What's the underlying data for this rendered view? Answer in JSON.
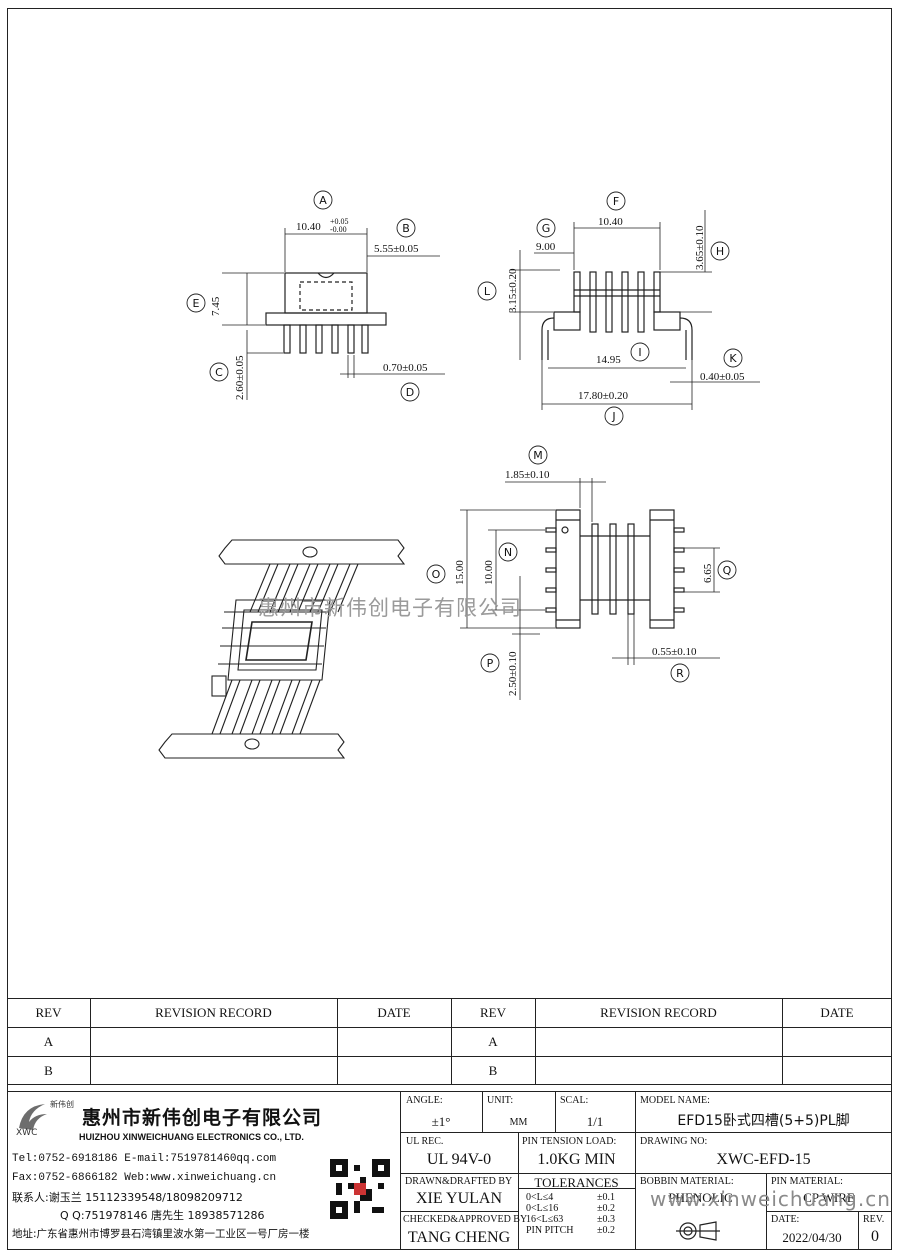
{
  "drawing": {
    "view_top_left": {
      "A": "A",
      "B": "B",
      "C": "C",
      "D": "D",
      "E": "E",
      "dim_A": "10.40",
      "dim_A_tol_up": "+0.05",
      "dim_A_tol_dn": "-0.00",
      "dim_B": "5.55±0.05",
      "dim_E": "7.45",
      "dim_C": "2.60±0.05",
      "dim_D": "0.70±0.05"
    },
    "view_top_right": {
      "F": "F",
      "G": "G",
      "H": "H",
      "I": "I",
      "J": "J",
      "K": "K",
      "L": "L",
      "dim_F": "10.40",
      "dim_G": "9.00",
      "dim_H": "3.65±0.10",
      "dim_L": "3.15±0.20",
      "dim_I": "14.95",
      "dim_J": "17.80±0.20",
      "dim_K": "0.40±0.05"
    },
    "view_bottom": {
      "M": "M",
      "N": "N",
      "O": "O",
      "P": "P",
      "Q": "Q",
      "R": "R",
      "dim_M": "1.85±0.10",
      "dim_O": "15.00",
      "dim_N": "10.00",
      "dim_Q": "6.65",
      "dim_P": "2.50±0.10",
      "dim_R": "0.55±0.10"
    },
    "watermark_center": "惠州市新伟创电子有限公司",
    "watermark_bottom": "www.xinweichuang.cn"
  },
  "revision_table": {
    "headers": [
      "REV",
      "REVISION RECORD",
      "DATE",
      "REV",
      "REVISION RECORD",
      "DATE"
    ],
    "rows": [
      [
        "A",
        "",
        "",
        "A",
        "",
        ""
      ],
      [
        "B",
        "",
        "",
        "B",
        "",
        ""
      ]
    ]
  },
  "company": {
    "logo_text": "新伟创",
    "logo_sub": "XWC",
    "name_cn": "惠州市新伟创电子有限公司",
    "name_en": "HUIZHOU XINWEICHUANG ELECTRONICS CO., LTD.",
    "tel_line": "Tel:0752-6918186 E-mail:7519781460qq.com",
    "fax_line": "Fax:0752-6866182 Web:www.xinweichuang.cn",
    "contact_line": "联系人:谢玉兰 15112339548/18098209712",
    "qq_line": "Q Q:751978146    唐先生 18938571286",
    "address_line": "地址:广东省惠州市博罗县石湾镇里波水第一工业区一号厂房一楼"
  },
  "title_block": {
    "angle_label": "ANGLE:",
    "angle_value": "±1°",
    "unit_label": "UNIT:",
    "unit_value": "MM",
    "scale_label": "SCAL:",
    "scale_value": "1/1",
    "model_label": "MODEL NAME:",
    "model_value": "EFD15卧式四槽(5+5)PL脚",
    "ul_label": "UL REC.",
    "ul_value": "UL 94V-0",
    "pin_tension_label": "PIN TENSION LOAD:",
    "pin_tension_value": "1.0KG MIN",
    "drawing_no_label": "DRAWING NO:",
    "drawing_no_value": "XWC-EFD-15",
    "drawn_label": "DRAWN&DRAFTED BY",
    "drawn_value": "XIE YULAN",
    "tolerances_label": "TOLERANCES",
    "tol_rows": [
      [
        "0<L≤4",
        "±0.1"
      ],
      [
        "0<L≤16",
        "±0.2"
      ],
      [
        "16<L≤63",
        "±0.3"
      ],
      [
        "PIN PITCH",
        "±0.2"
      ]
    ],
    "bobbin_label": "BOBBIN MATERIAL:",
    "bobbin_value": "PHENOLIC",
    "pin_material_label": "PIN MATERIAL:",
    "pin_material_value": "CP WIRE",
    "checked_label": "CHECKED&APPROVED BY",
    "checked_value": "TANG CHENG",
    "date_label": "DATE:",
    "date_value": "2022/04/30",
    "rev_label": "REV.",
    "rev_value": "0"
  }
}
